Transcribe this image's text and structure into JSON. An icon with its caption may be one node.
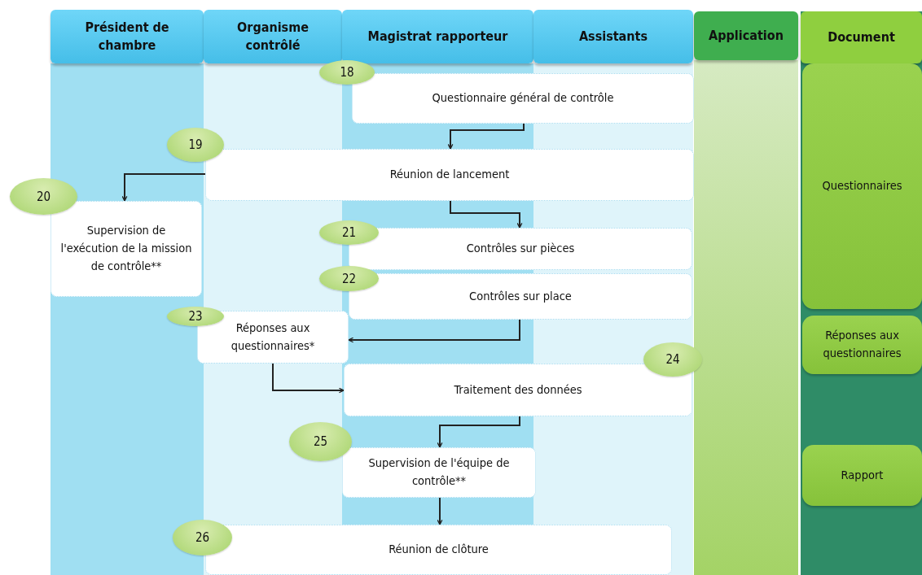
{
  "diagram": {
    "nodes": [
      {
        "text": [
          "Président de chambre"
        ]
      },
      {
        "text": [
          "Organisme contrôlé"
        ]
      },
      {
        "text": [
          "Magistrat rapporteur"
        ]
      },
      {
        "text": [
          "Assistants"
        ]
      },
      {
        "text": [
          "Application"
        ]
      },
      {
        "text": [
          "Document"
        ]
      },
      {
        "text": [
          "18"
        ]
      },
      {
        "text": [
          "Questionnaire général de contrôle"
        ]
      },
      {
        "text": [
          "19"
        ]
      },
      {
        "text": [
          "Réunion de lancement"
        ]
      },
      {
        "text": [
          "20"
        ]
      },
      {
        "text": [
          "Supervision de l'exécution de la mission de contrôle**"
        ]
      },
      {
        "text": [
          "21"
        ]
      },
      {
        "text": [
          "Contrôles sur pièces"
        ]
      },
      {
        "text": [
          "22"
        ]
      },
      {
        "text": [
          "Contrôles sur place"
        ]
      },
      {
        "text": [
          "23"
        ]
      },
      {
        "text": [
          "Réponses aux questionnaires*"
        ]
      },
      {
        "text": [
          "24"
        ]
      },
      {
        "text": [
          "Traitement des données"
        ]
      },
      {
        "text": [
          "25"
        ]
      },
      {
        "text": [
          "Supervision de l'équipe de contrôle**"
        ]
      },
      {
        "text": [
          "26"
        ]
      },
      {
        "text": [
          "Réunion de clôture"
        ]
      },
      {
        "text": [
          "Questionnaires"
        ],
        "in": 5
      },
      {
        "text": [
          "Réponses aux questionnaires"
        ],
        "in": 5
      },
      {
        "text": [
          "Rapport"
        ],
        "in": 5
      }
    ],
    "edges": [
      {
        "from": 7,
        "to": 9,
        "arrow": "to"
      },
      {
        "from": 9,
        "to": 11,
        "arrow": "to"
      },
      {
        "from": 9,
        "to": 13,
        "arrow": "to"
      },
      {
        "from": 15,
        "to": 17,
        "arrow": "to"
      },
      {
        "from": 17,
        "to": 19,
        "arrow": "to"
      },
      {
        "from": 19,
        "to": 21,
        "arrow": "to"
      },
      {
        "from": 21,
        "to": 23,
        "arrow": "to"
      }
    ]
  }
}
